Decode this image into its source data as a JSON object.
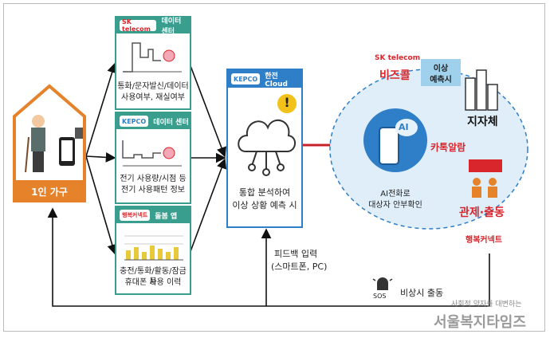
{
  "household": {
    "label": "1인 가구"
  },
  "panel_sk": {
    "logo": "SK telecom",
    "header": "데이터 센터",
    "text_line1": "통화/문자발신/데이터",
    "text_line2": "사용여부, 재실여부"
  },
  "panel_kepco": {
    "logo": "KEPCO",
    "header": "데이터 센터",
    "text_line1": "전기 사용량/시점 등",
    "text_line2": "전기 사용패턴 정보"
  },
  "panel_app": {
    "logo": "행복커넥트",
    "header": "돌봄 앱",
    "text_line1": "충전/통화/활동/잠금 등",
    "text_line2": "휴대폰 사용 이력"
  },
  "cloud": {
    "logo": "KEPCO",
    "header": "한전 Cloud",
    "alert_symbol": "!",
    "text_line1": "통합 분석하여",
    "text_line2": "이상 상황 예측 시"
  },
  "right": {
    "sk_logo": "SK telecom",
    "bizcall": "비즈콜",
    "anomaly_line1": "이상",
    "anomaly_line2": "예측시",
    "ai_label": "AI",
    "ai_call_line1": "AI전화로",
    "ai_call_line2": "대상자 안부확인",
    "kakao_alarm": "카톡알람",
    "local_gov": "지자체",
    "control_dispatch": "관제·출동",
    "happy_connect": "행복커넥트"
  },
  "feedback": {
    "line1": "피드백 입력",
    "line2": "(스마트폰, PC)"
  },
  "emergency": {
    "sos": "SOS",
    "label": "비상시 출동"
  },
  "watermark": {
    "line1": "사회적 약자를 대변하는",
    "line2": "서울복지타임즈"
  },
  "colors": {
    "teal": "#3a9e8e",
    "red": "#c8202a",
    "orange": "#e6822a",
    "oval": "#dfeef9",
    "blue": "#2f7ec8"
  }
}
